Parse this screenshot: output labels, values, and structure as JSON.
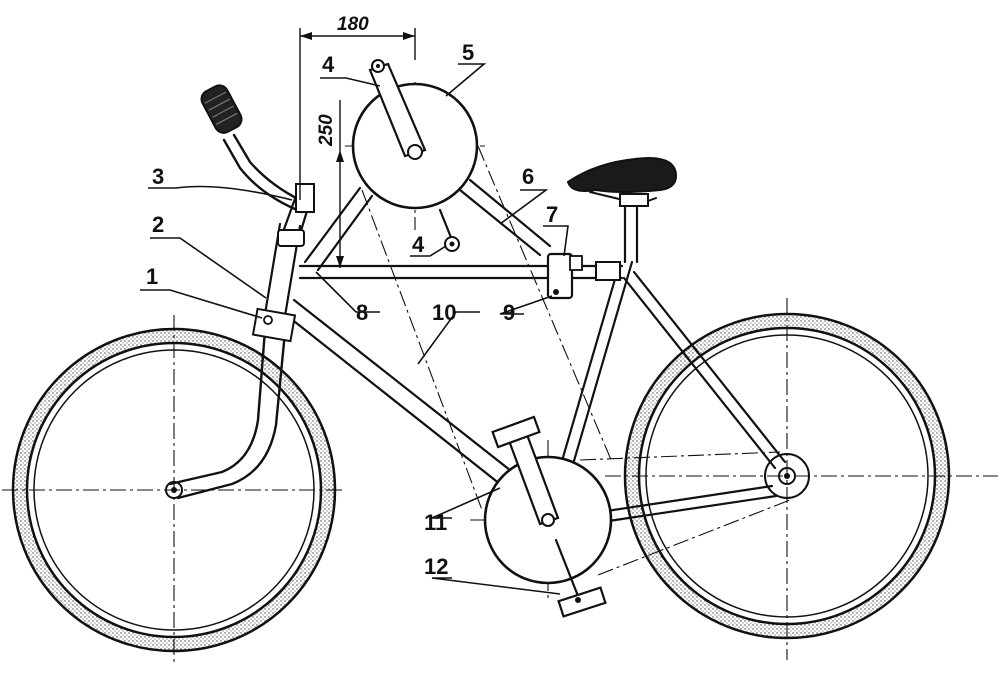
{
  "drawing": {
    "callouts": [
      {
        "id": "c1",
        "text": "1"
      },
      {
        "id": "c2",
        "text": "2"
      },
      {
        "id": "c3",
        "text": "3"
      },
      {
        "id": "c4a",
        "text": "4"
      },
      {
        "id": "c4b",
        "text": "4"
      },
      {
        "id": "c5",
        "text": "5"
      },
      {
        "id": "c6",
        "text": "6"
      },
      {
        "id": "c7",
        "text": "7"
      },
      {
        "id": "c8",
        "text": "8"
      },
      {
        "id": "c9",
        "text": "9"
      },
      {
        "id": "c10",
        "text": "10"
      },
      {
        "id": "c11",
        "text": "11"
      },
      {
        "id": "c12",
        "text": "12"
      }
    ],
    "dimensions": {
      "horizontal": "180",
      "vertical": "250"
    },
    "colors": {
      "ink": "#111111",
      "tire_stipple": "#555555",
      "paper": "#ffffff"
    }
  }
}
